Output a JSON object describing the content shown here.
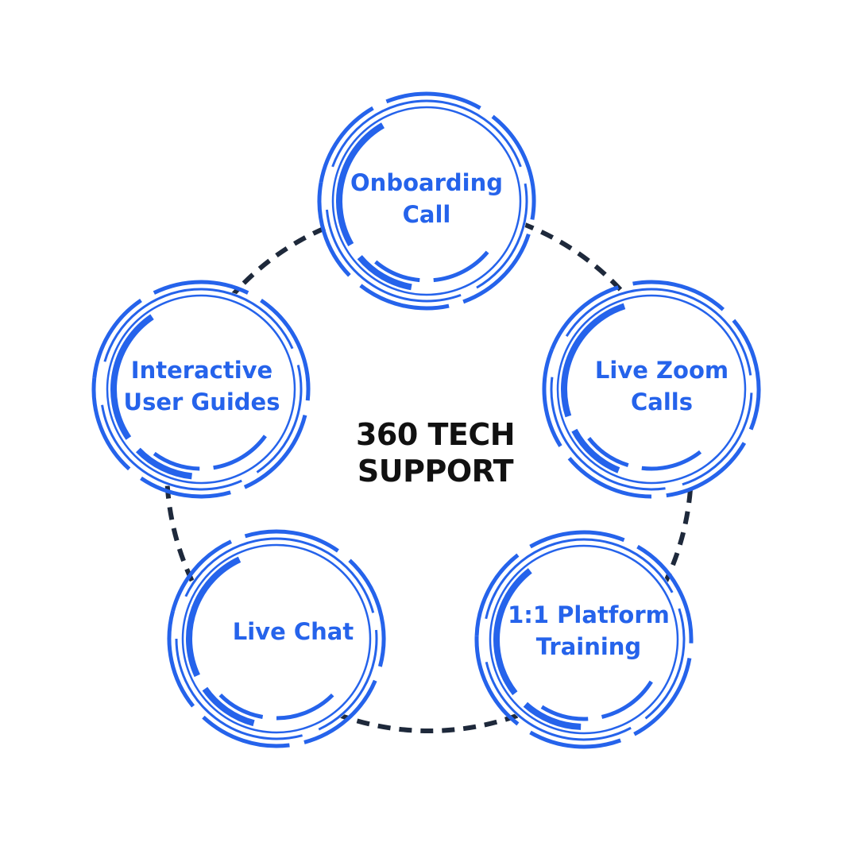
{
  "colors": {
    "accent": "#2563EB",
    "connector": "#1E293B",
    "center_text": "#111111",
    "background": "#FFFFFF"
  },
  "center": {
    "line1": "360 TECH",
    "line2": "SUPPORT"
  },
  "nodes": [
    {
      "id": "onboarding-call",
      "line1": "Onboarding",
      "line2": "Call"
    },
    {
      "id": "live-zoom-calls",
      "line1": "Live Zoom",
      "line2": "Calls"
    },
    {
      "id": "platform-training",
      "line1": "1:1 Platform",
      "line2": "Training"
    },
    {
      "id": "live-chat",
      "line1": "Live Chat",
      "line2": ""
    },
    {
      "id": "interactive-user-guides",
      "line1": "Interactive",
      "line2": "User Guides"
    }
  ]
}
